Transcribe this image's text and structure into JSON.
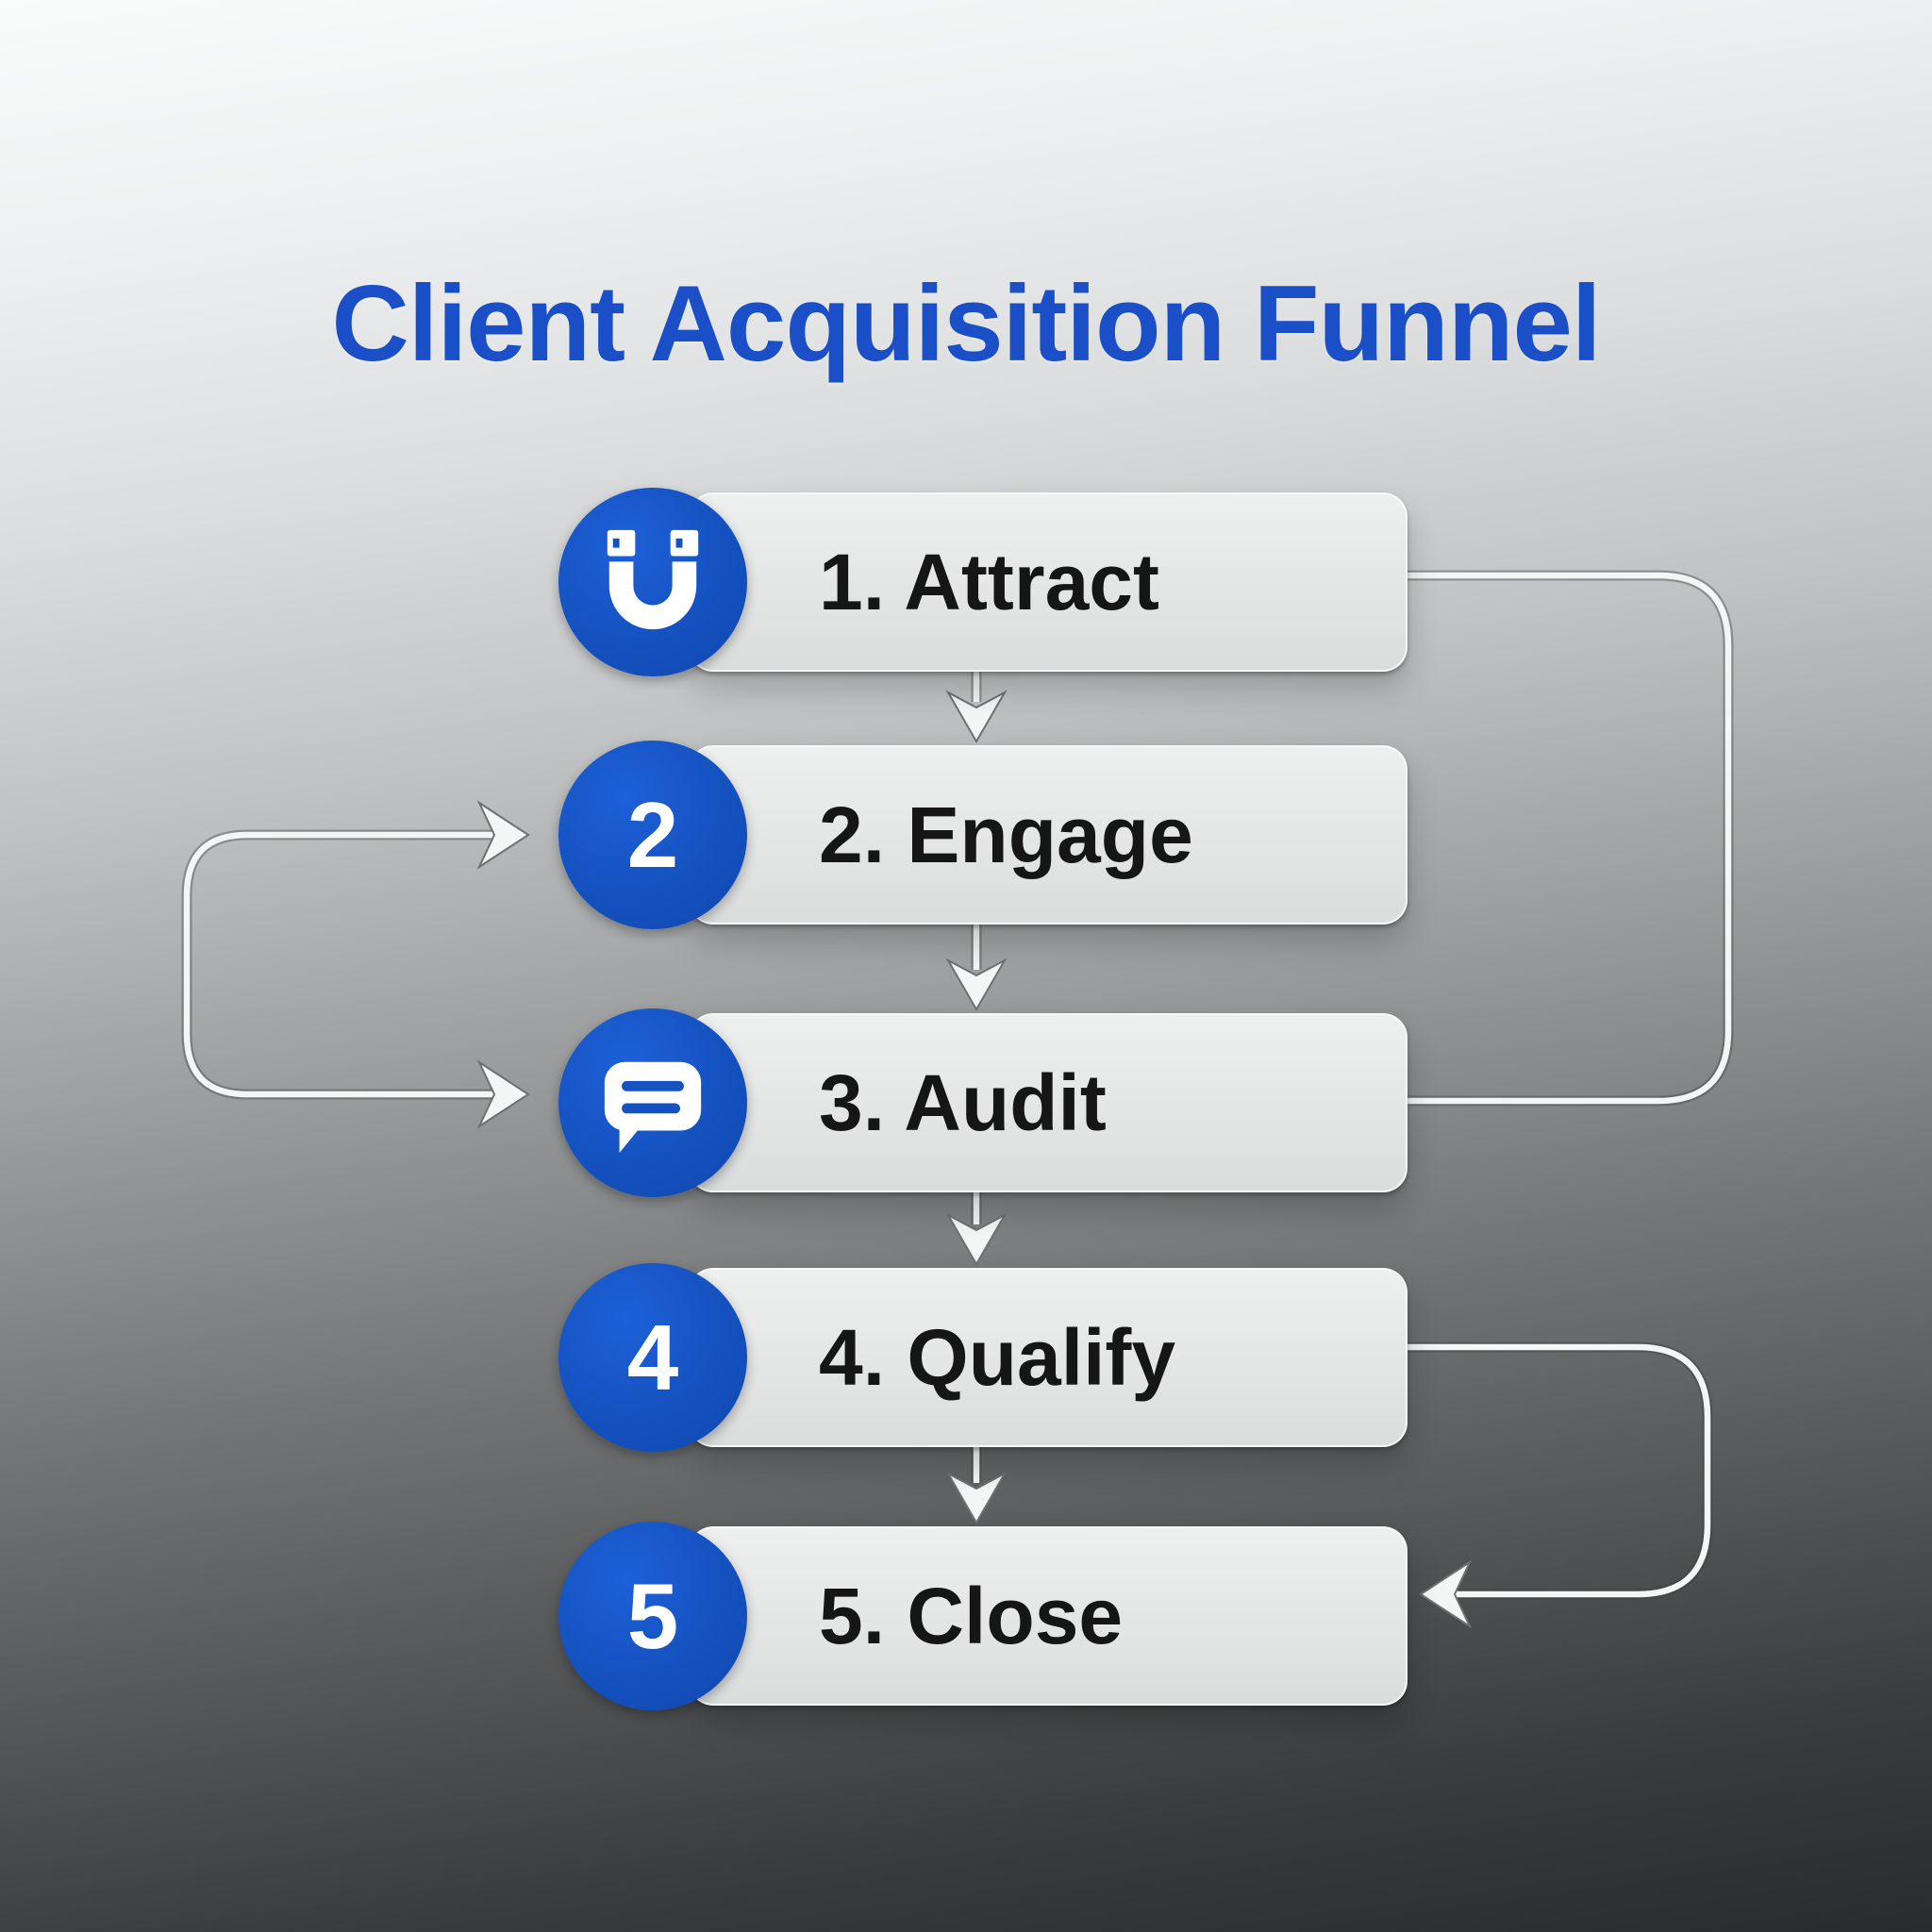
{
  "title": "Client Acquisition Funnel",
  "colors": {
    "title_blue": "#1b4fc7",
    "badge_blue": "#1552c0",
    "box_gray": "#e6e8e8",
    "label_dark": "#161616",
    "connector_white": "#f4f5f5",
    "background_top": "#fafbfb",
    "background_bottom": "#2a2b2c"
  },
  "steps": [
    {
      "label": "1. Attract",
      "icon": "magnet-icon"
    },
    {
      "label": "2. Engage",
      "badge_text": "2"
    },
    {
      "label": "3. Audit",
      "icon": "chat-bubble-icon"
    },
    {
      "label": "4. Qualify",
      "badge_text": "4"
    },
    {
      "label": "5. Close",
      "badge_text": "5"
    }
  ],
  "edges": [
    {
      "from": "1. Attract",
      "to": "2. Engage",
      "type": "down-arrow"
    },
    {
      "from": "2. Engage",
      "to": "3. Audit",
      "type": "down-arrow"
    },
    {
      "from": "3. Audit",
      "to": "4. Qualify",
      "type": "down-arrow"
    },
    {
      "from": "4. Qualify",
      "to": "5. Close",
      "type": "down-arrow"
    },
    {
      "from": "1. Attract",
      "to": "3. Audit",
      "type": "right-side-loop"
    },
    {
      "from": "4. Qualify",
      "to": "5. Close",
      "type": "right-side-loop-with-arrow"
    },
    {
      "from": "left-feedback-loop",
      "to": "2. Engage",
      "type": "left-arrow-in"
    },
    {
      "from": "left-feedback-loop",
      "to": "3. Audit",
      "type": "left-arrow-in"
    }
  ]
}
